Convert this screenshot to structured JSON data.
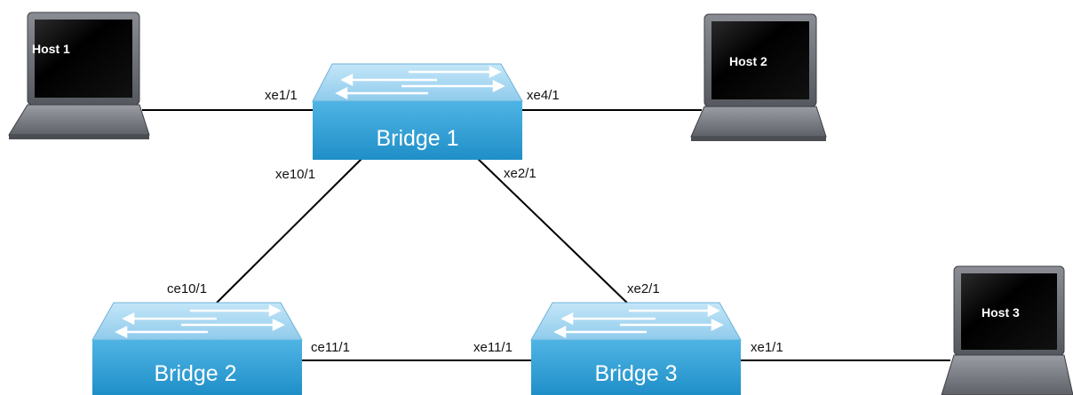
{
  "colors": {
    "link": "#000000",
    "bridge_top": "#a9d8f2",
    "bridge_front": "#2d9fd6",
    "host_body": "#6b6f76",
    "host_screen": "#000000"
  },
  "hosts": [
    {
      "id": "host1",
      "label": "Host 1"
    },
    {
      "id": "host2",
      "label": "Host 2"
    },
    {
      "id": "host3",
      "label": "Host 3"
    }
  ],
  "bridges": [
    {
      "id": "bridge1",
      "label": "Bridge 1"
    },
    {
      "id": "bridge2",
      "label": "Bridge 2"
    },
    {
      "id": "bridge3",
      "label": "Bridge 3"
    }
  ],
  "links": [
    {
      "from": "host1",
      "to": "bridge1",
      "port_labels": [
        "xe1/1"
      ]
    },
    {
      "from": "bridge1",
      "to": "host2",
      "port_labels": [
        "xe4/1"
      ]
    },
    {
      "from": "bridge1",
      "to": "bridge2",
      "port_labels": [
        "xe10/1",
        "ce10/1"
      ]
    },
    {
      "from": "bridge1",
      "to": "bridge3",
      "port_labels": [
        "xe2/1",
        "xe2/1"
      ]
    },
    {
      "from": "bridge2",
      "to": "bridge3",
      "port_labels": [
        "ce11/1",
        "xe11/1"
      ]
    },
    {
      "from": "bridge3",
      "to": "host3",
      "port_labels": [
        "xe1/1"
      ]
    }
  ]
}
